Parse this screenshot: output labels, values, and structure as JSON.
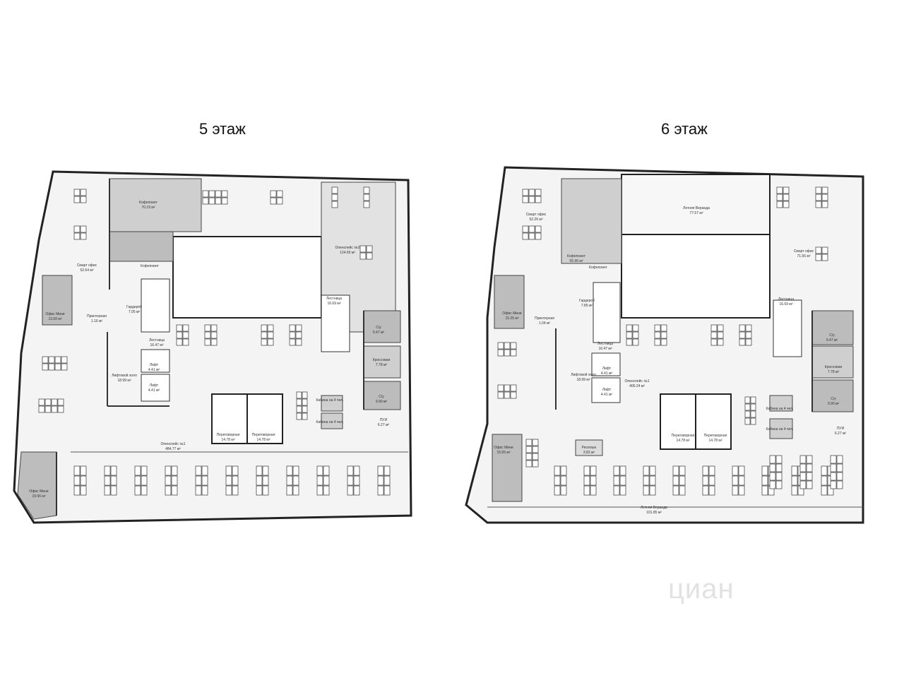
{
  "floors": [
    {
      "title": "5 этаж",
      "rooms": [
        {
          "name": "Смарт офис",
          "area": "52.64 м²"
        },
        {
          "name": "Кофепоинт",
          "area": "70.19 м²"
        },
        {
          "name": "Опенспейс №2",
          "area": "124.65 м²"
        },
        {
          "name": "Кофепоинт",
          "area": ""
        },
        {
          "name": "Гардероб",
          "area": "7.05 м²"
        },
        {
          "name": "Офис Мини",
          "area": "13.60 м²"
        },
        {
          "name": "Принтерная",
          "area": "1.16 м²"
        },
        {
          "name": "Лестница",
          "area": "16.47 м²"
        },
        {
          "name": "Лестница",
          "area": "16.69 м²"
        },
        {
          "name": "С/у",
          "area": "9.47 м²"
        },
        {
          "name": "Лифт",
          "area": "4.41 м²"
        },
        {
          "name": "Лифтовой холл",
          "area": "18.99 м²"
        },
        {
          "name": "Кроссовая",
          "area": "7.78 м²"
        },
        {
          "name": "Лифт",
          "area": "4.41 м²"
        },
        {
          "name": "С/у",
          "area": "9.90 м²"
        },
        {
          "name": "Кабина на 4 чел.",
          "area": ""
        },
        {
          "name": "Кабина на 4 чел.",
          "area": ""
        },
        {
          "name": "ПУИ",
          "area": "6.27 м²"
        },
        {
          "name": "Переговорная",
          "area": "14.78 м²"
        },
        {
          "name": "Переговорная",
          "area": "14.78 м²"
        },
        {
          "name": "Опенспейс №1",
          "area": "484.77 м²"
        },
        {
          "name": "Офис Мини",
          "area": "19.96 м²"
        }
      ]
    },
    {
      "title": "6 этаж",
      "rooms": [
        {
          "name": "Смарт офис",
          "area": "52.26 м²"
        },
        {
          "name": "Летняя Веранда",
          "area": "77.57 м²"
        },
        {
          "name": "Кофепоинт",
          "area": "55.96 м²"
        },
        {
          "name": "Смарт офис",
          "area": "71.56 м²"
        },
        {
          "name": "Кофепоинт",
          "area": ""
        },
        {
          "name": "Гардероб",
          "area": "7.85 м²"
        },
        {
          "name": "Офис Мини",
          "area": "15.25 м²"
        },
        {
          "name": "Принтерная",
          "area": "1.04 м²"
        },
        {
          "name": "Лестница",
          "area": "16.69 м²"
        },
        {
          "name": "Лестница",
          "area": "16.47 м²"
        },
        {
          "name": "С/у",
          "area": "9.47 м²"
        },
        {
          "name": "Лифт",
          "area": "4.41 м²"
        },
        {
          "name": "Лифтовой холл",
          "area": "18.99 м²"
        },
        {
          "name": "Кроссовая",
          "area": "7.78 м²"
        },
        {
          "name": "Опенспейс №1",
          "area": "400.24 м²"
        },
        {
          "name": "Лифт",
          "area": "4.41 м²"
        },
        {
          "name": "С/у",
          "area": "9.90 м²"
        },
        {
          "name": "Кабина на 4 чел.",
          "area": ""
        },
        {
          "name": "Кабина на 4 чел.",
          "area": ""
        },
        {
          "name": "ПУИ",
          "area": "6.27 м²"
        },
        {
          "name": "Переговорная",
          "area": "14.78 м²"
        },
        {
          "name": "Переговорная",
          "area": "14.78 м²"
        },
        {
          "name": "Ресепшн",
          "area": "3.83 м²"
        },
        {
          "name": "Офис Мини",
          "area": "15.65 м²"
        },
        {
          "name": "Летняя Веранда",
          "area": "101.85 м²"
        }
      ]
    }
  ],
  "watermark": "циан"
}
